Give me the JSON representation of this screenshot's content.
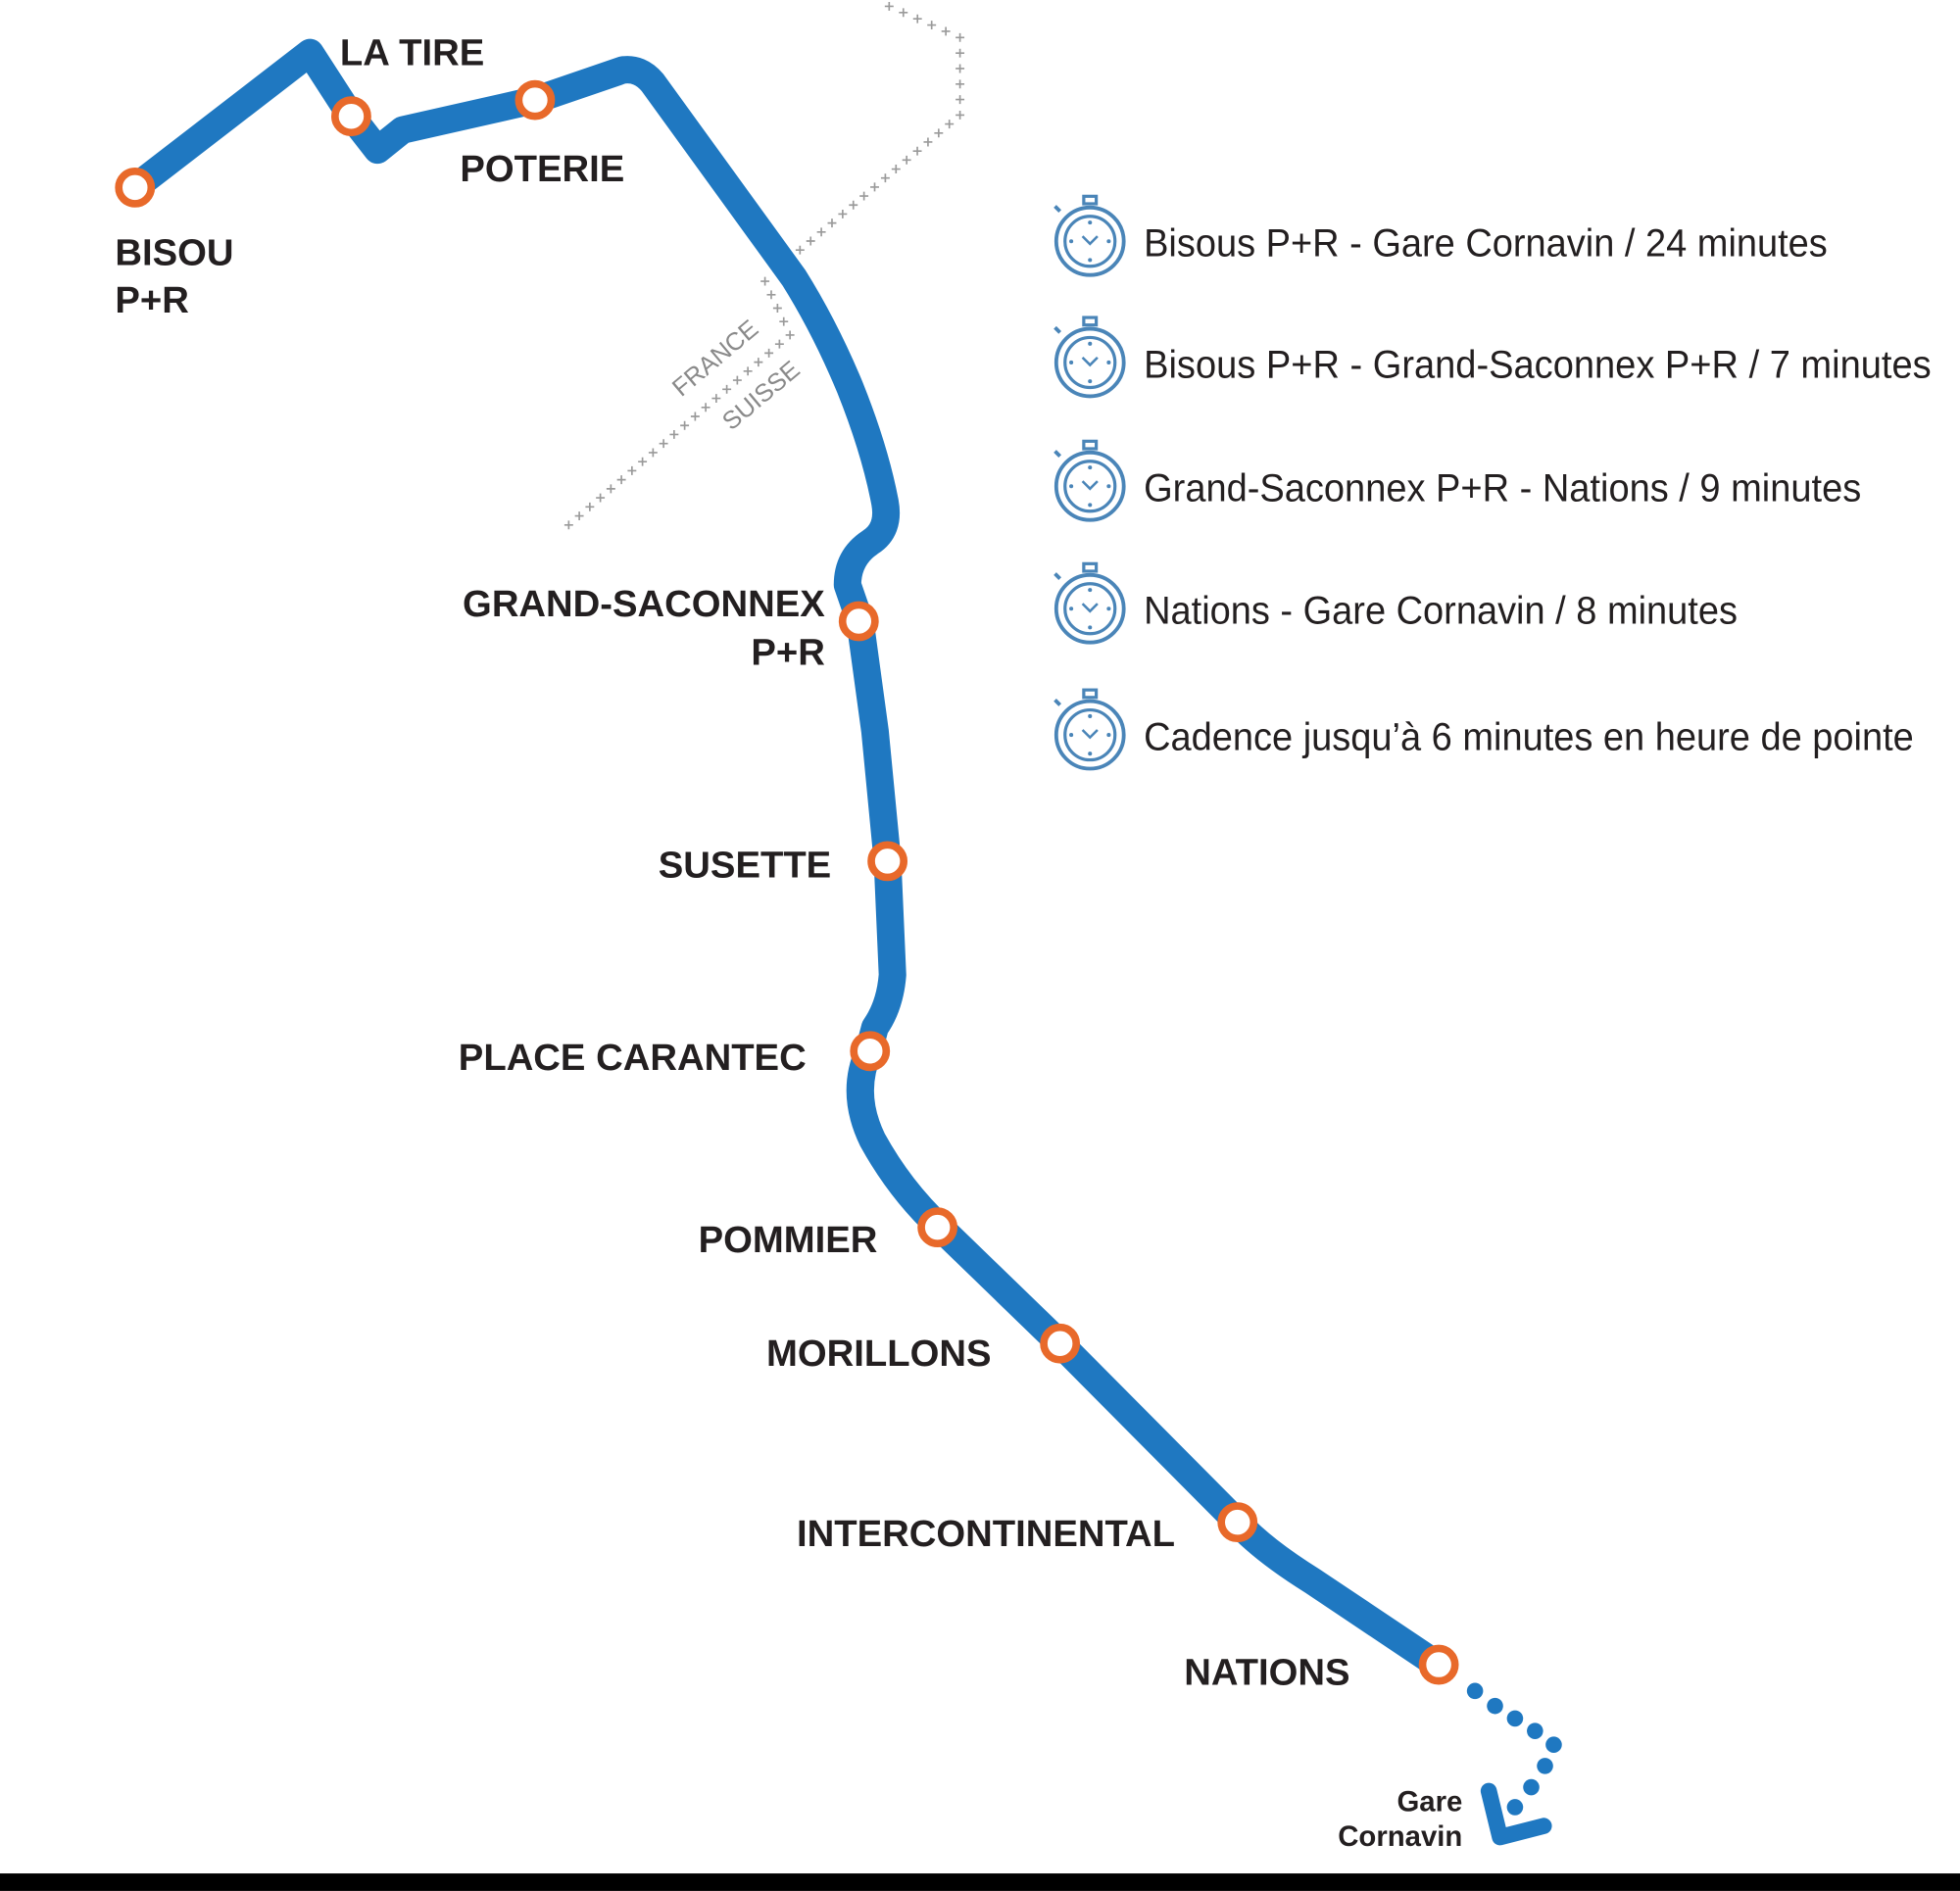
{
  "colors": {
    "line": "#1f78c1",
    "station": "#e8692a",
    "icon": "#4a85b8",
    "text": "#231f20",
    "border": "#9a9a9a"
  },
  "stations": [
    {
      "name": "BISOU",
      "name2": "P+R"
    },
    {
      "name": "LA TIRE"
    },
    {
      "name": "POTERIE"
    },
    {
      "name": "GRAND-SACONNEX",
      "name2": "P+R"
    },
    {
      "name": "SUSETTE"
    },
    {
      "name": "PLACE CARANTEC"
    },
    {
      "name": "POMMIER"
    },
    {
      "name": "MORILLONS"
    },
    {
      "name": "INTERCONTINENTAL"
    },
    {
      "name": "NATIONS"
    }
  ],
  "terminus": {
    "line1": "Gare",
    "line2": "Cornavin"
  },
  "border": {
    "france": "FRANCE",
    "suisse": "SUISSE"
  },
  "legend": [
    {
      "icon": "stopwatch-icon",
      "text": "Bisous P+R - Gare Cornavin / 24 minutes"
    },
    {
      "icon": "stopwatch-icon",
      "text": "Bisous P+R - Grand-Saconnex P+R / 7 minutes"
    },
    {
      "icon": "stopwatch-icon",
      "text": "Grand-Saconnex P+R - Nations / 9 minutes"
    },
    {
      "icon": "stopwatch-icon",
      "text": "Nations - Gare Cornavin / 8 minutes"
    },
    {
      "icon": "stopwatch-icon",
      "text": "Cadence jusqu’à 6 minutes en heure de pointe"
    }
  ]
}
